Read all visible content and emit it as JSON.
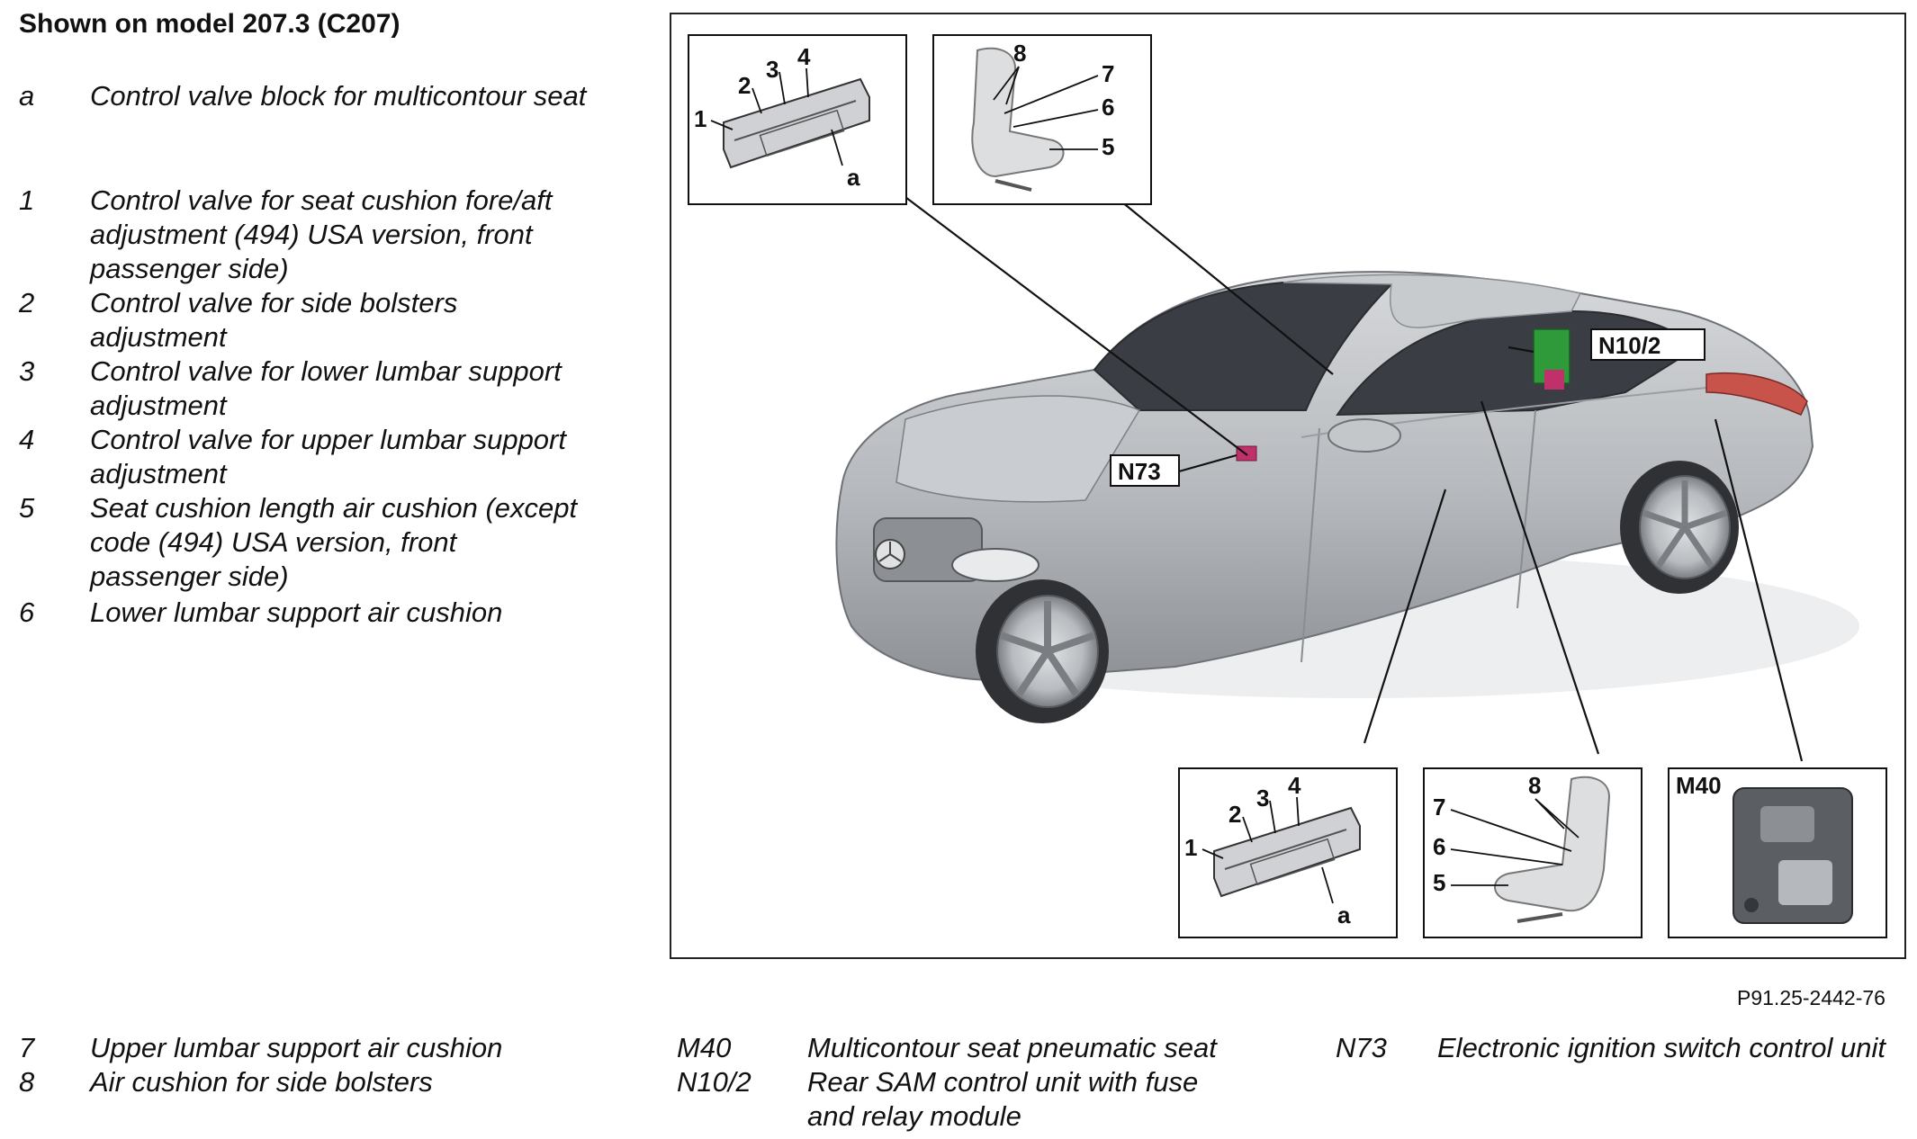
{
  "title": "Shown on model 207.3 (C207)",
  "reference": "P91.25-2442-76",
  "legend_main": [
    {
      "key": "a",
      "text": "Control valve block for multicontour seat"
    },
    {
      "key": "1",
      "text": "Control valve for seat cushion fore/aft adjustment (494) USA version, front passenger side)"
    },
    {
      "key": "2",
      "text": "Control valve for side bolsters adjustment"
    },
    {
      "key": "3",
      "text": "Control valve for lower lumbar support adjustment"
    },
    {
      "key": "4",
      "text": "Control valve for upper lumbar support adjustment"
    },
    {
      "key": "5",
      "text": "Seat cushion length air cushion (except code (494) USA version, front passenger side)"
    },
    {
      "key": "6",
      "text": "Lower lumbar support air cushion"
    }
  ],
  "legend_bottom": [
    {
      "key": "7",
      "text": "Upper lumbar support air cushion"
    },
    {
      "key": "8",
      "text": "Air cushion for side bolsters"
    },
    {
      "key": "M40",
      "text": "Multicontour seat pneumatic seat"
    },
    {
      "key": "N10/2",
      "text": "Rear SAM control unit with fuse and relay module"
    },
    {
      "key": "N73",
      "text": "Electronic ignition switch control unit"
    }
  ],
  "diagram": {
    "callouts": {
      "n73": "N73",
      "n10_2": "N10/2",
      "m40": "M40"
    },
    "valve_numbers": [
      "1",
      "2",
      "3",
      "4"
    ],
    "valve_block_letter": "a",
    "seat_numbers": [
      "8",
      "7",
      "6",
      "5"
    ]
  },
  "colors": {
    "car_body": "#b9bcc0",
    "glass": "#3a3d44",
    "n10_2_marker": "#2e9a3a",
    "n73_marker": "#c0306a"
  }
}
